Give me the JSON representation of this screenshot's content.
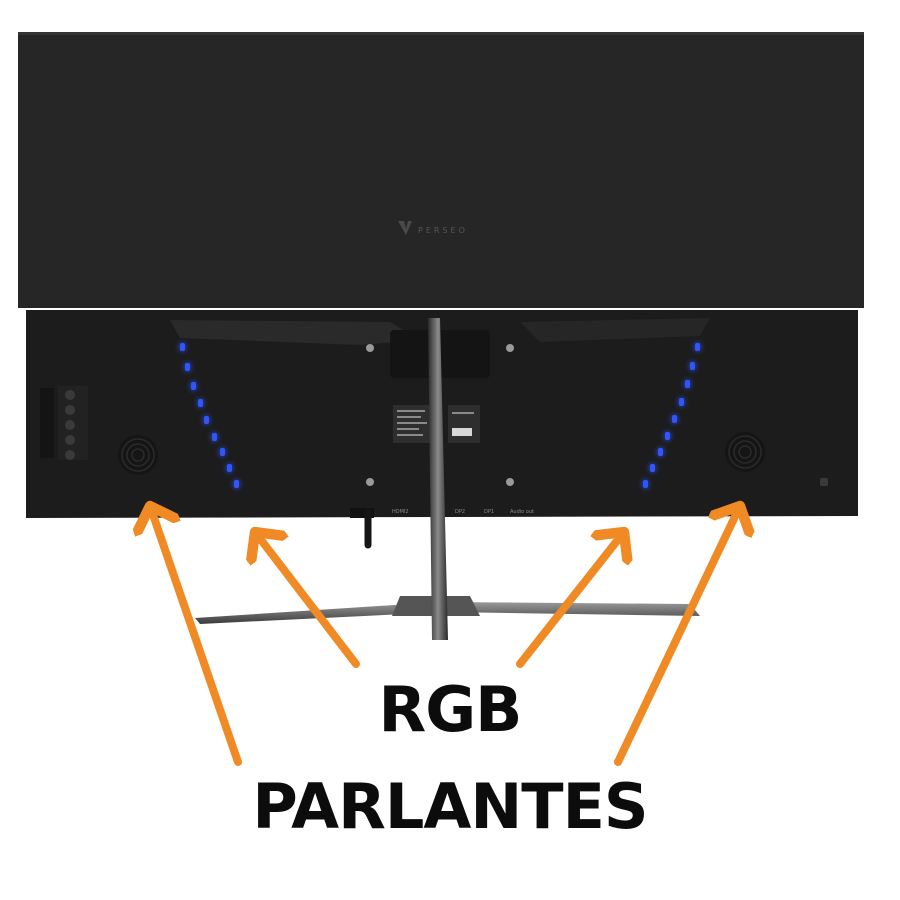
{
  "image": {
    "subject": "monitor-rear-view",
    "brand_logo_text": "PERSEO",
    "port_labels": [
      "HDMI2",
      "DP2",
      "DP1",
      "Audio out"
    ]
  },
  "callouts": {
    "rgb": "RGB",
    "speakers": "PARLANTES"
  },
  "colors": {
    "arrow": "#f08a24",
    "led": "#2f55ff",
    "panel": "#262626",
    "panel_lower": "#1c1c1c",
    "text": "#0c0c0c"
  }
}
